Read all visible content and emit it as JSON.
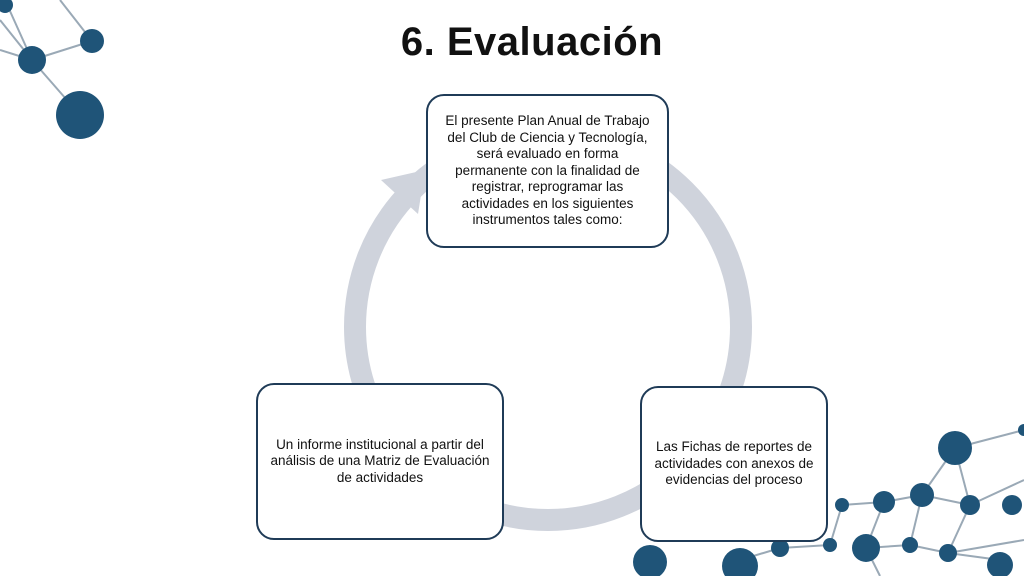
{
  "slide": {
    "title": "6. Evaluación"
  },
  "cycle": {
    "steps": [
      {
        "text": "El presente Plan Anual de Trabajo del Club de  Ciencia y Tecnología, será evaluado en forma permanente con la finalidad de registrar, reprogramar las actividades en los siguientes instrumentos tales como:"
      },
      {
        "text": "Las Fichas de reportes de actividades con anexos de evidencias del proceso"
      },
      {
        "text": "Un informe institucional a partir del análisis de una Matriz de Evaluación de actividades"
      }
    ]
  },
  "colors": {
    "node": "#1f5478",
    "edge": "#9aa9b6",
    "cycle_ring": "#cfd3dc",
    "box_border": "#1f3b57"
  }
}
